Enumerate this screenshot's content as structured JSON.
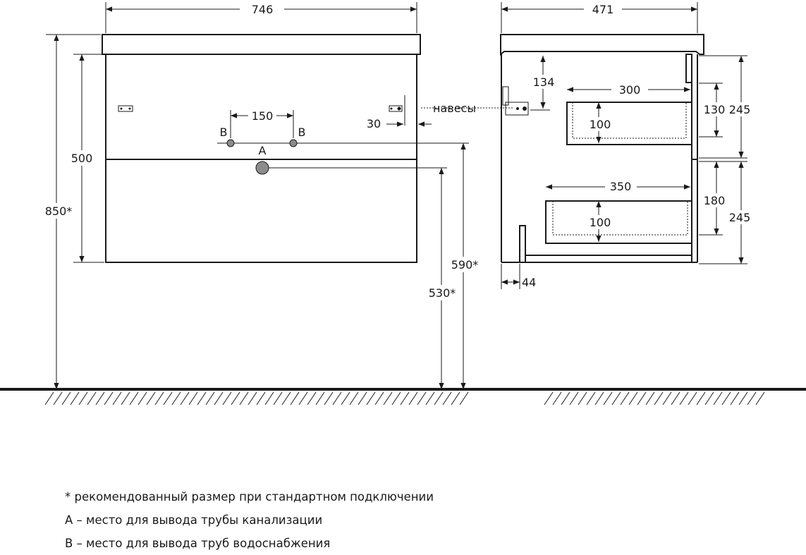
{
  "front_view": {
    "width": "746",
    "body_height": "500",
    "total_height": "850*",
    "spacing_b": "150",
    "label_b_left": "B",
    "label_b_right": "B",
    "label_a": "A",
    "hinge_offset": "30",
    "height_b": "590*",
    "height_a": "530*"
  },
  "side_view": {
    "depth": "471",
    "hinges_label": "навесы",
    "hinge_height": "134",
    "upper_drawer_depth": "300",
    "upper_drawer_inner": "100",
    "upper_drawer_height": "130",
    "upper_section_height": "245",
    "lower_drawer_depth": "350",
    "lower_drawer_inner": "100",
    "lower_drawer_height": "180",
    "lower_section_height": "245",
    "plinth": "44"
  },
  "notes": [
    "* рекомендованный размер при стандартном подключении",
    "A – место для вывода трубы канализации",
    "B – место для вывода труб водоснабжения"
  ],
  "colors": {
    "line": "#1a1a1a",
    "pipe_fill": "#8c8c8c",
    "background": "#ffffff"
  }
}
